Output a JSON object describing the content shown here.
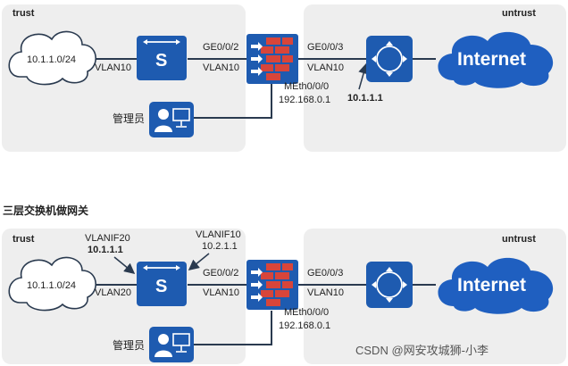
{
  "diagram1": {
    "trust_label": "trust",
    "untrust_label": "untrust",
    "cloud_label": "10.1.1.0/24",
    "vlan_left": "VLAN10",
    "switch_letter": "S",
    "fw_left_port": "GE0/0/2",
    "fw_left_vlan": "VLAN10",
    "fw_right_port": "GE0/0/3",
    "fw_right_vlan": "VLAN10",
    "meth_port": "MEth0/0/0",
    "meth_ip": "192.168.0.1",
    "router_ip": "10.1.1.1",
    "admin_label": "管理员",
    "internet_label": "Internet"
  },
  "section_title": "三层交换机做网关",
  "diagram2": {
    "trust_label": "trust",
    "untrust_label": "untrust",
    "cloud_label": "10.1.1.0/24",
    "vlanif20_label": "VLANIF20",
    "vlanif20_ip": "10.1.1.1",
    "vlan_left": "VLAN20",
    "vlanif10_label": "VLANIF10",
    "vlanif10_ip": "10.2.1.1",
    "switch_letter": "S",
    "fw_left_port": "GE0/0/2",
    "fw_left_vlan": "VLAN10",
    "fw_right_port": "GE0/0/3",
    "fw_right_vlan": "VLAN10",
    "meth_port": "MEth0/0/0",
    "meth_ip": "192.168.0.1",
    "admin_label": "管理员",
    "internet_label": "Internet"
  },
  "watermark": "CSDN @网安攻城狮-小李",
  "colors": {
    "zone_bg": "#eeeeee",
    "device_blue": "#1e5bb0",
    "internet_blue": "#1f5fc0",
    "firewall_red": "#d8453a",
    "link": "#2a3a4f"
  }
}
